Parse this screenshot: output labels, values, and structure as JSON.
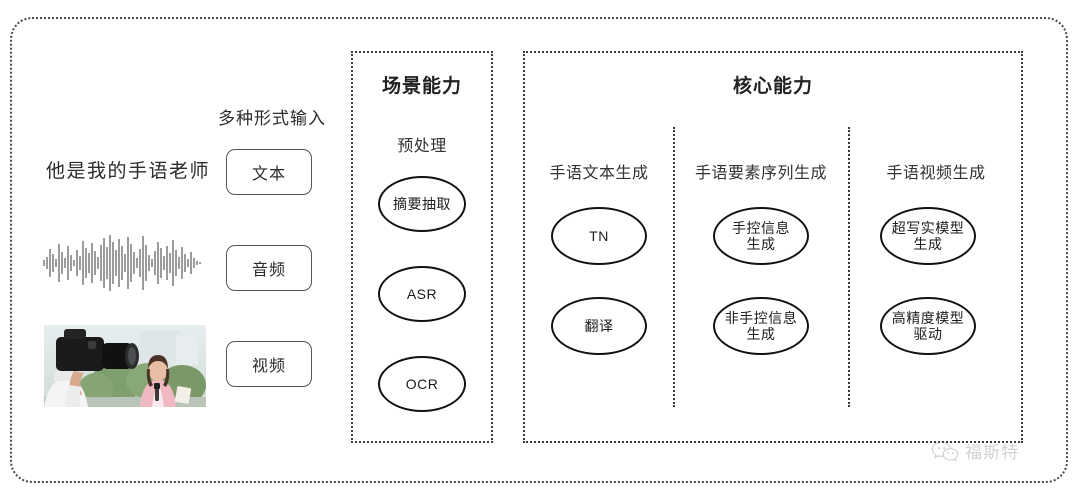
{
  "diagram": {
    "input_section": {
      "heading": "多种形式输入",
      "sample_sentence": "他是我的手语老师",
      "modalities": [
        {
          "label": "文本",
          "icon": "text-icon"
        },
        {
          "label": "音频",
          "icon": "waveform-icon"
        },
        {
          "label": "视频",
          "icon": "video-thumbnail-icon"
        }
      ]
    },
    "scene_panel": {
      "title": "场景能力",
      "subtitle": "预处理",
      "nodes": [
        {
          "label": "摘要抽取"
        },
        {
          "label": "ASR"
        },
        {
          "label": "OCR"
        }
      ]
    },
    "core_panel": {
      "title": "核心能力",
      "columns": [
        {
          "subtitle": "手语文本生成",
          "nodes": [
            {
              "line1": "TN",
              "line2": ""
            },
            {
              "line1": "翻译",
              "line2": ""
            }
          ]
        },
        {
          "subtitle": "手语要素序列生成",
          "nodes": [
            {
              "line1": "手控信息",
              "line2": "生成"
            },
            {
              "line1": "非手控信息",
              "line2": "生成"
            }
          ]
        },
        {
          "subtitle": "手语视频生成",
          "nodes": [
            {
              "line1": "超写实模型",
              "line2": "生成"
            },
            {
              "line1": "高精度模型",
              "line2": "驱动"
            }
          ]
        }
      ]
    },
    "watermark": {
      "icon": "wechat-icon",
      "text": "福斯特"
    },
    "colors": {
      "border": "#3a3a3a",
      "node_outline": "#111111",
      "text": "#2b2b2b",
      "watermark": "#6b6b6b",
      "background": "#ffffff"
    }
  }
}
